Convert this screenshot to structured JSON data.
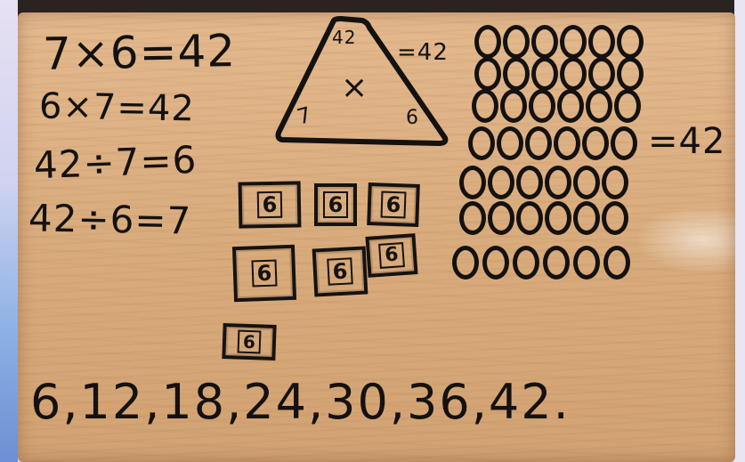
{
  "photo": {
    "subject": "whiteboard-multiplication-7x6",
    "equations": [
      "7×6=42",
      "6×7=42",
      "42÷7=6",
      "42÷6=7"
    ],
    "triangle": {
      "top": "42",
      "center": "×",
      "bottom_left": "7",
      "bottom_right": "6",
      "side_note": "=42"
    },
    "groups": {
      "box_value": "6",
      "box_count": 7
    },
    "array": {
      "rows": 7,
      "cols": 6,
      "row_label": "=42"
    },
    "skip_count": "6,12,18,24,30,36,42."
  }
}
